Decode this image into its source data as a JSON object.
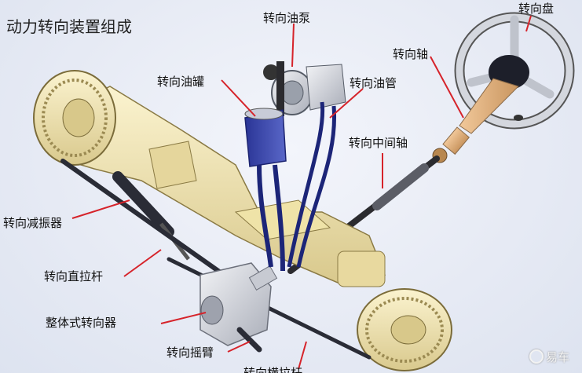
{
  "title": "动力转向装置组成",
  "labels": {
    "steering_wheel": "转向盘",
    "steering_shaft": "转向轴",
    "oil_pump": "转向油泵",
    "oil_tank": "转向油罐",
    "oil_pipe": "转向油管",
    "intermediate_shaft": "转向中间轴",
    "damper": "转向减振器",
    "drag_link": "转向直拉杆",
    "integral_gear": "整体式转向器",
    "pitman_arm": "转向摇臂",
    "tie_rod_partial": "转向横拉杆"
  },
  "watermark": "易车",
  "colors": {
    "leader": "#d6232a",
    "part": "#efe4b0",
    "fluid": "#3241a6",
    "wheel": "#cfd3dc"
  }
}
